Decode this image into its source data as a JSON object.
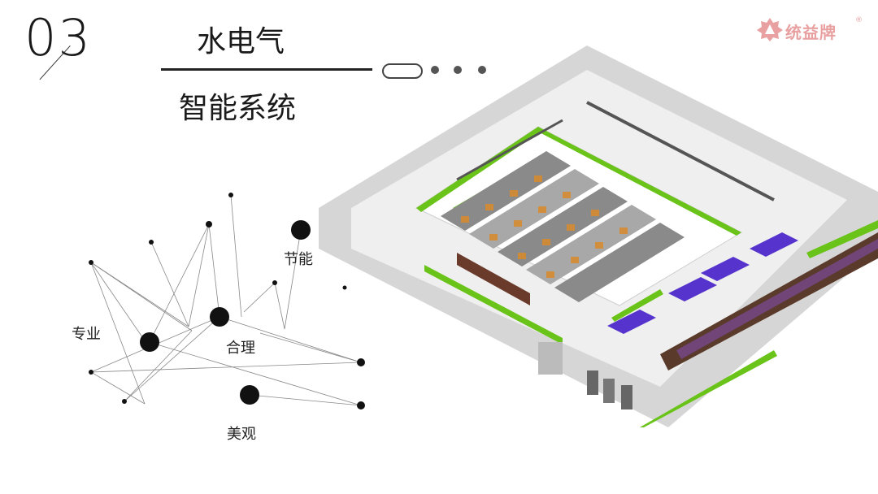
{
  "slide": {
    "section_number": "03",
    "title_line1": "水电气",
    "title_line2": "智能系统"
  },
  "logo": {
    "brand": "统益牌",
    "reg_mark": "®"
  },
  "network": {
    "labels": [
      "专业",
      "合理",
      "节能",
      "美观"
    ]
  },
  "colors": {
    "accent_green": "#6ac318",
    "floor_gray": "#d8d8d8",
    "equipment_purple": "#5533cc",
    "equipment_orange": "#d98a2b",
    "logo_pink": "#e8a0a0"
  }
}
